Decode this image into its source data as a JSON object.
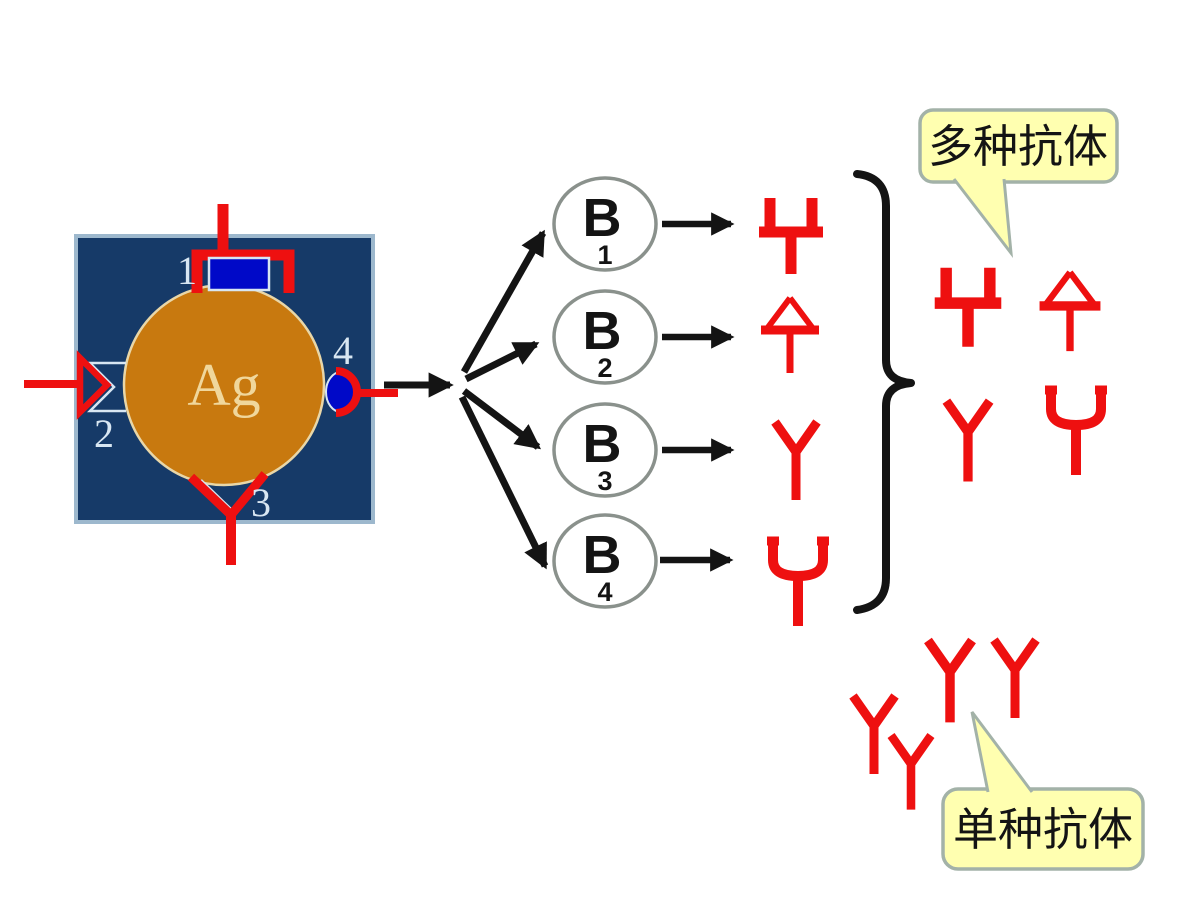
{
  "figure": {
    "antigen": {
      "label": "Ag",
      "epitopes": [
        "1",
        "2",
        "3",
        "4"
      ]
    },
    "b_cells": [
      {
        "label": "B",
        "sub": "1"
      },
      {
        "label": "B",
        "sub": "2"
      },
      {
        "label": "B",
        "sub": "3"
      },
      {
        "label": "B",
        "sub": "4"
      }
    ],
    "callouts": {
      "multiple": "多种抗体",
      "single": "单种抗体"
    }
  },
  "colors": {
    "red": "#ee1010",
    "ink": "#141414",
    "navy": "#163a68",
    "navy-border": "#9db8cd",
    "orange": "#c8790f",
    "orange-border": "#e9d7a8",
    "ag-text": "#f0d79c",
    "blue": "#0009c8",
    "light": "#d8e6f2",
    "cell-stroke": "#8a918c",
    "bubble": "#ffffb0",
    "bubble-border": "#a3b2a8"
  }
}
